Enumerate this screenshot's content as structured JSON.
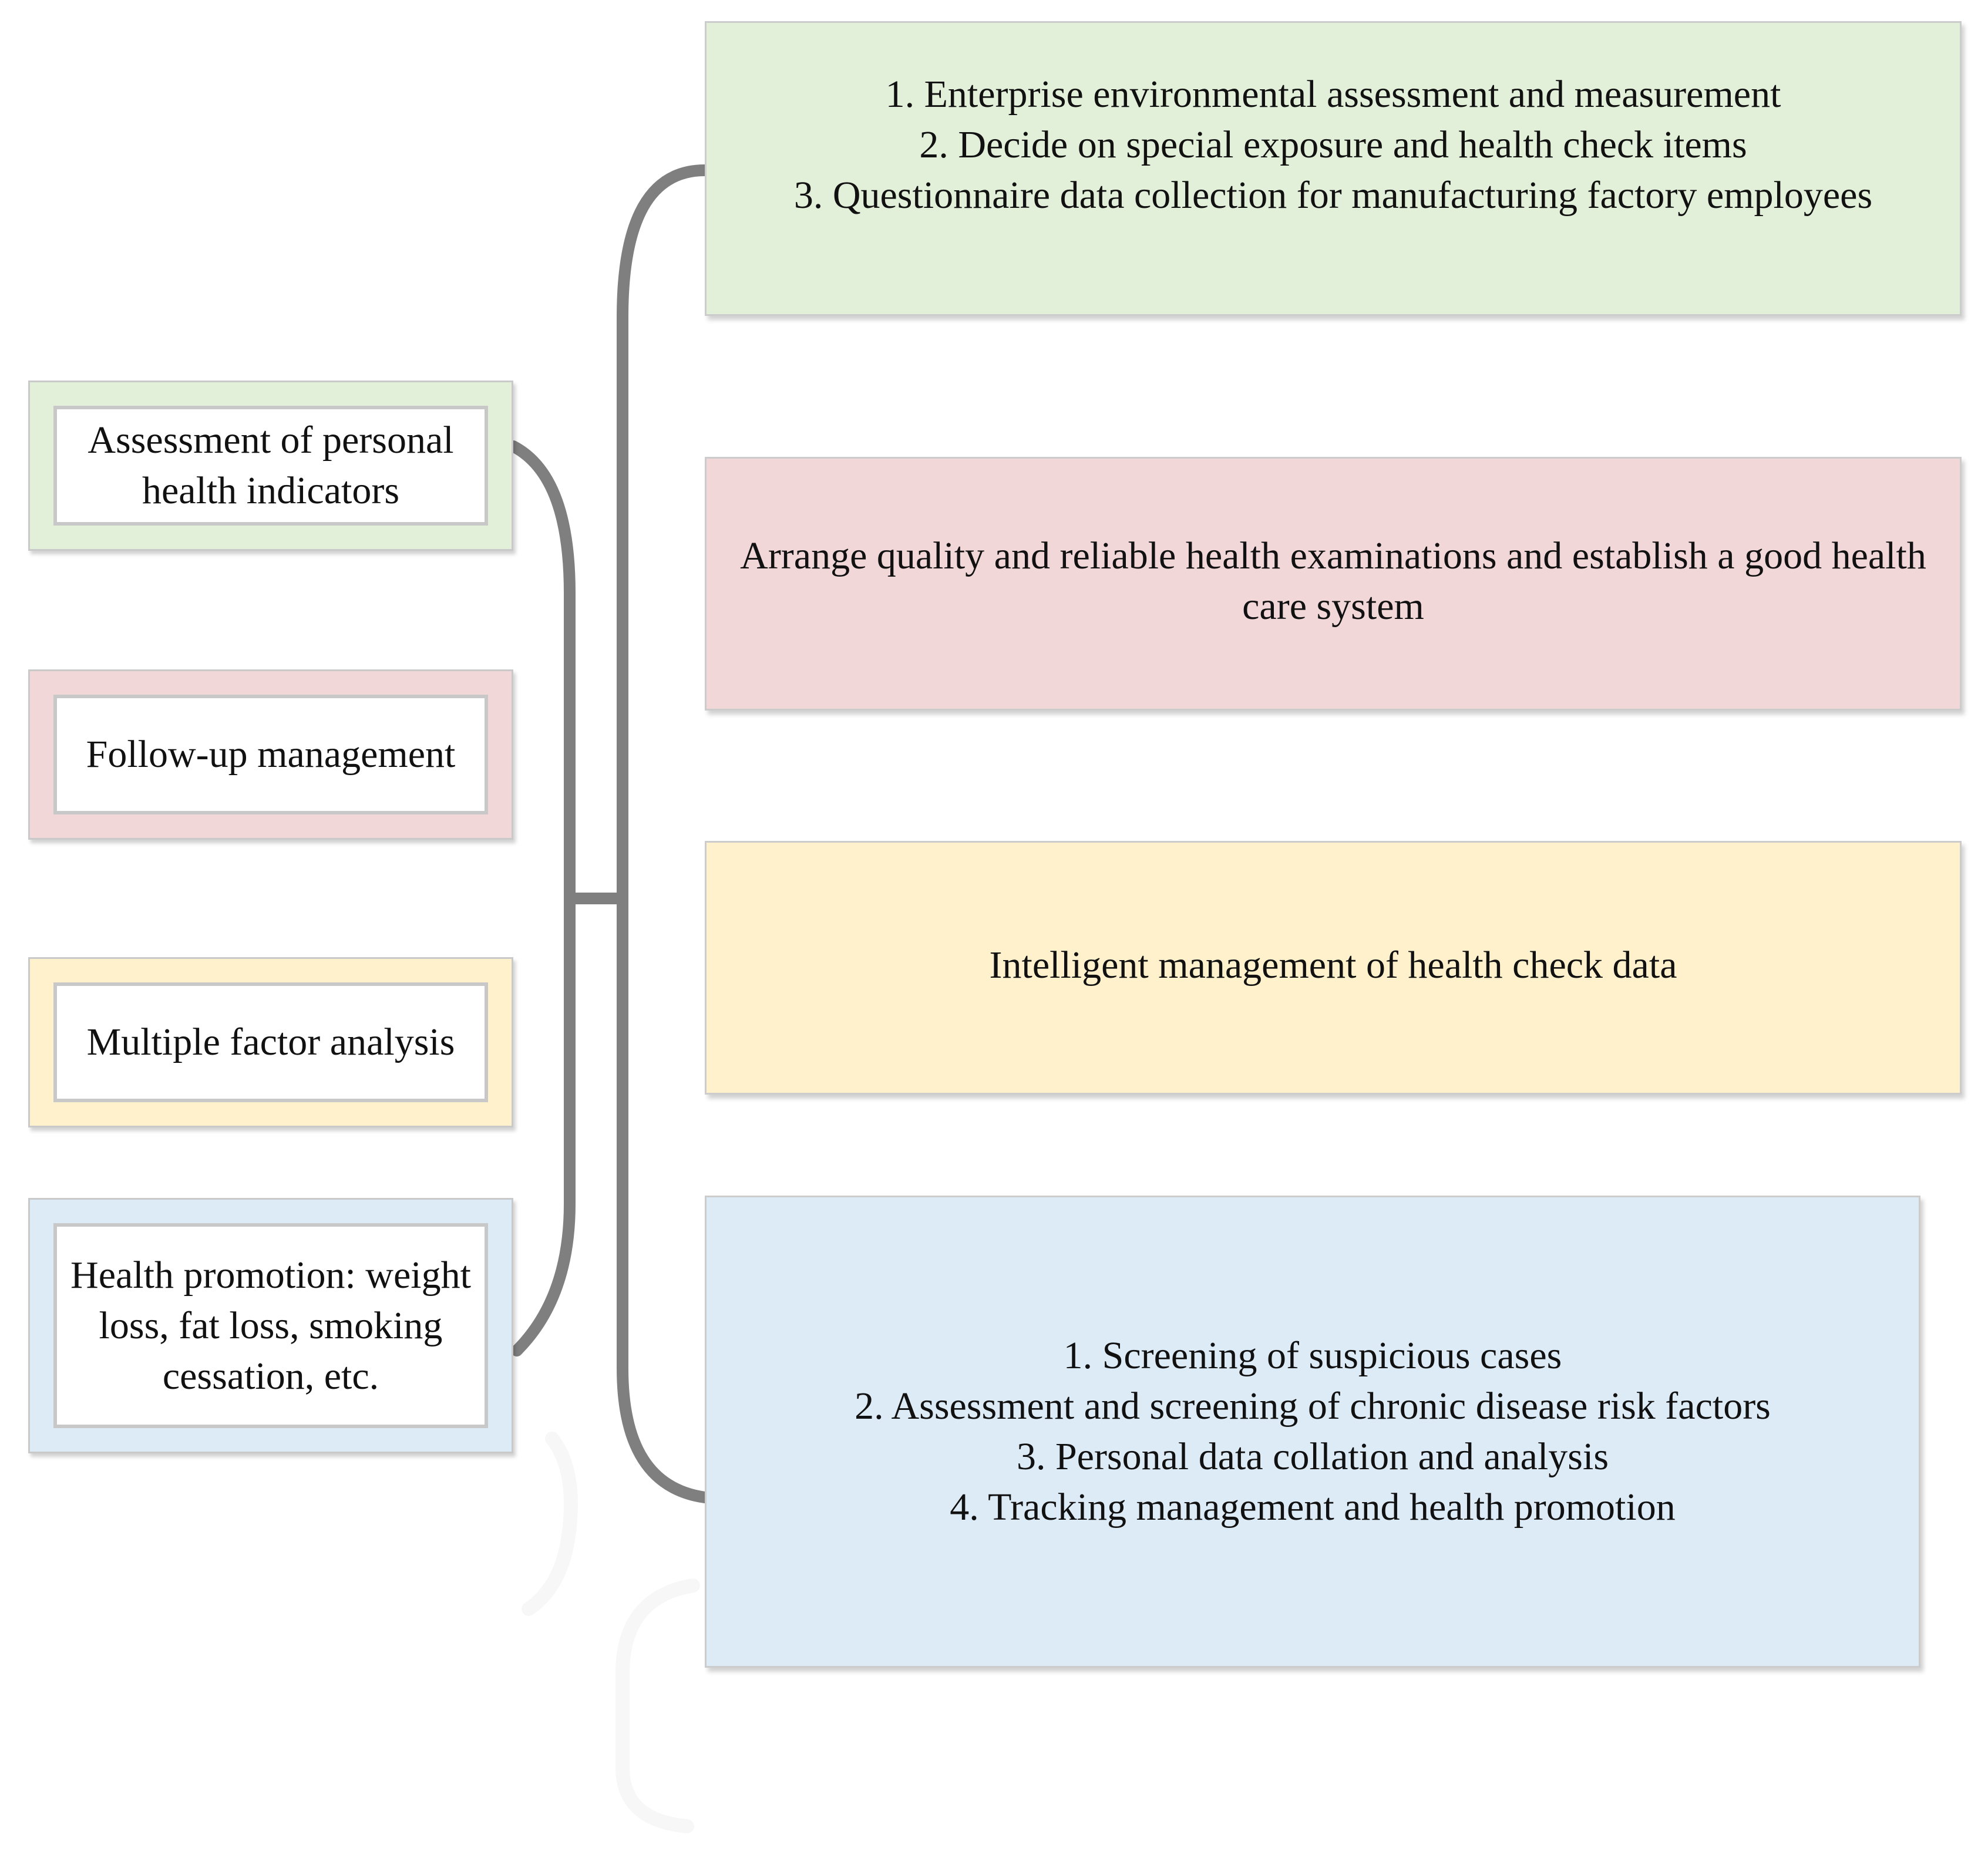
{
  "colors": {
    "green": "#e2efd9",
    "pink": "#f2d7d9",
    "yellow": "#fff1cc",
    "blue": "#ddebf7",
    "connector": "#7f7f7f"
  },
  "left_boxes": [
    {
      "label": "Assessment of personal health indicators"
    },
    {
      "label": "Follow-up management"
    },
    {
      "label": "Multiple factor analysis"
    },
    {
      "label": "Health promotion: weight loss, fat loss, smoking cessation, etc."
    }
  ],
  "right_boxes": [
    {
      "lines": [
        "1. Enterprise environmental assessment and measurement",
        "2. Decide on special exposure and health check items",
        "3. Questionnaire data collection for manufacturing factory employees"
      ]
    },
    {
      "lines": [
        "Arrange quality and reliable health examinations and establish a good health care system"
      ]
    },
    {
      "lines": [
        "Intelligent management of health check data"
      ]
    },
    {
      "lines": [
        "1. Screening of suspicious cases",
        "2. Assessment and screening of chronic disease risk factors",
        "3. Personal data collation and analysis",
        "4. Tracking management and health promotion"
      ]
    }
  ]
}
